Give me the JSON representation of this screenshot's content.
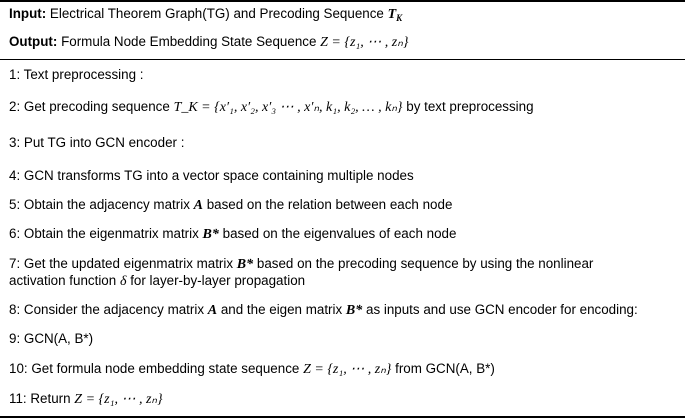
{
  "algorithm": {
    "input_label": "Input:",
    "input_text": "Electrical Theorem Graph(TG) and Precoding Sequence",
    "input_symbol": "T",
    "input_symbol_sub": "K",
    "output_label": "Output:",
    "output_text": "Formula Node Embedding State Sequence",
    "output_expr": "Z = {z₁, ⋯ , zₙ}",
    "steps": [
      {
        "num": "1:",
        "text": "Text preprocessing :"
      },
      {
        "num": "2:",
        "text_a": "Get precoding sequence",
        "expr": "T_K =   {x′₁, x′₂, x′₃ ⋯ , x′ₙ, k₁, k₂, … , kₙ}",
        "text_b": "by text preprocessing"
      },
      {
        "num": "3:",
        "text": "Put TG into GCN encoder :"
      },
      {
        "num": "4:",
        "text": "GCN transforms TG into a vector space containing multiple nodes"
      },
      {
        "num": "5:",
        "text_a": "Obtain the adjacency matrix",
        "sym": "A",
        "text_b": "based on the relation between each node"
      },
      {
        "num": "6:",
        "text_a": "Obtain the eigenmatrix matrix",
        "sym": "B*",
        "text_b": "based on the eigenvalues of each node"
      },
      {
        "num": "7:",
        "text_a": "Get the updated eigenmatrix matrix",
        "sym": "B*",
        "text_b": "based on the precoding sequence by using the nonlinear",
        "text_c": "activation function",
        "sym2": "δ",
        "text_d": "for layer-by-layer propagation"
      },
      {
        "num": "8:",
        "text_a": "Consider the adjacency matrix",
        "sym": "A",
        "text_b": "and the eigen matrix",
        "sym2": "B*",
        "text_c": "as inputs and use GCN encoder for encoding:"
      },
      {
        "num": "9:",
        "text": "GCN(A, B*)"
      },
      {
        "num": "10:",
        "text_a": "Get formula node embedding state sequence",
        "expr": "Z = {z₁, ⋯ , zₙ}",
        "text_b": "from",
        "text_c": "GCN(A, B*)"
      },
      {
        "num": "11:",
        "text_a": "Return",
        "expr": "Z = {z₁, ⋯ , zₙ}"
      }
    ]
  }
}
